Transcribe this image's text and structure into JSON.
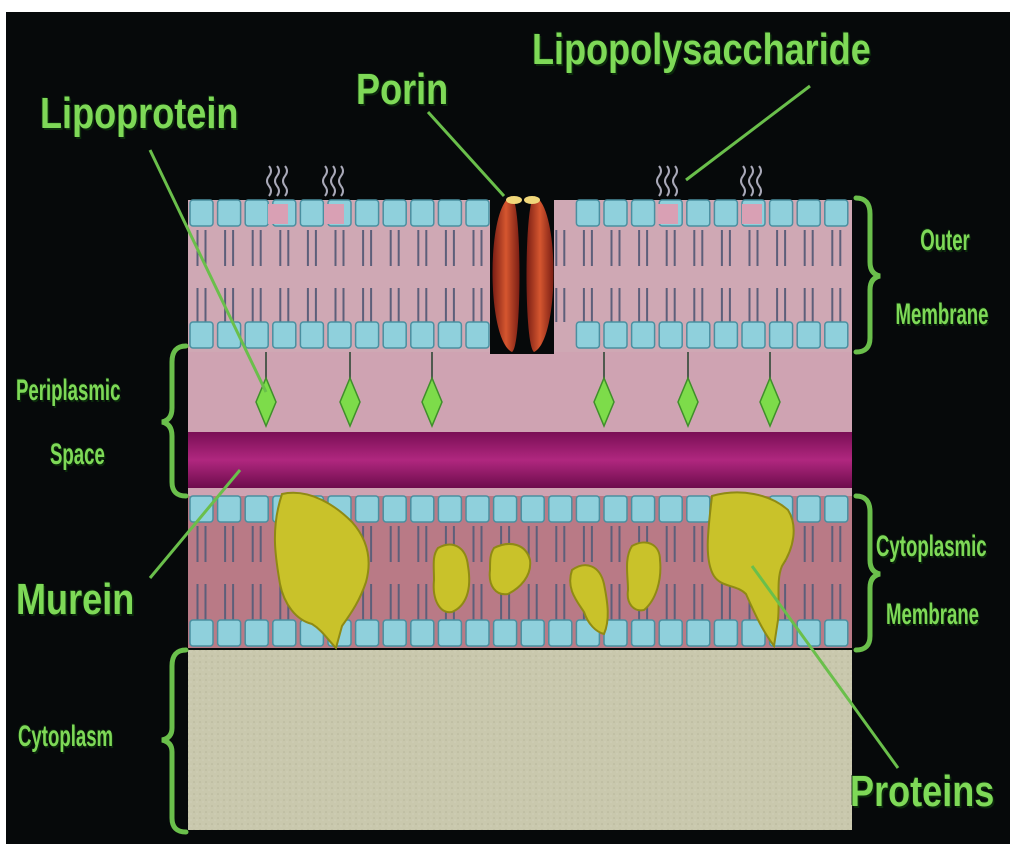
{
  "labels": {
    "lipoprotein": "Lipoprotein",
    "porin": "Porin",
    "lipopolysaccharide": "Lipopolysaccharide",
    "outer_membrane_line1": "Outer",
    "outer_membrane_line2": "Membrane",
    "periplasmic_line1": "Periplasmic",
    "periplasmic_line2": "Space",
    "murein": "Murein",
    "cytoplasmic_line1": "Cytoplasmic",
    "cytoplasmic_line2": "Membrane",
    "cytoplasm": "Cytoplasm",
    "proteins": "Proteins"
  },
  "colors": {
    "background": "#06090a",
    "label_green": "#7ed957",
    "bracket_green": "#6abf4b",
    "head_blue": "#8fd0dc",
    "bilayer_pink": "#cfa8b4",
    "bilayer_red": "#b97a86",
    "periplasm": "#cfa3b2",
    "murein_magenta": "#9c1a6e",
    "cytoplasm_grey": "#c9c8ad",
    "porin_red": "#c0392b",
    "protein_yellow": "#c9c22a",
    "lipoprotein_green": "#7ddc4a"
  }
}
